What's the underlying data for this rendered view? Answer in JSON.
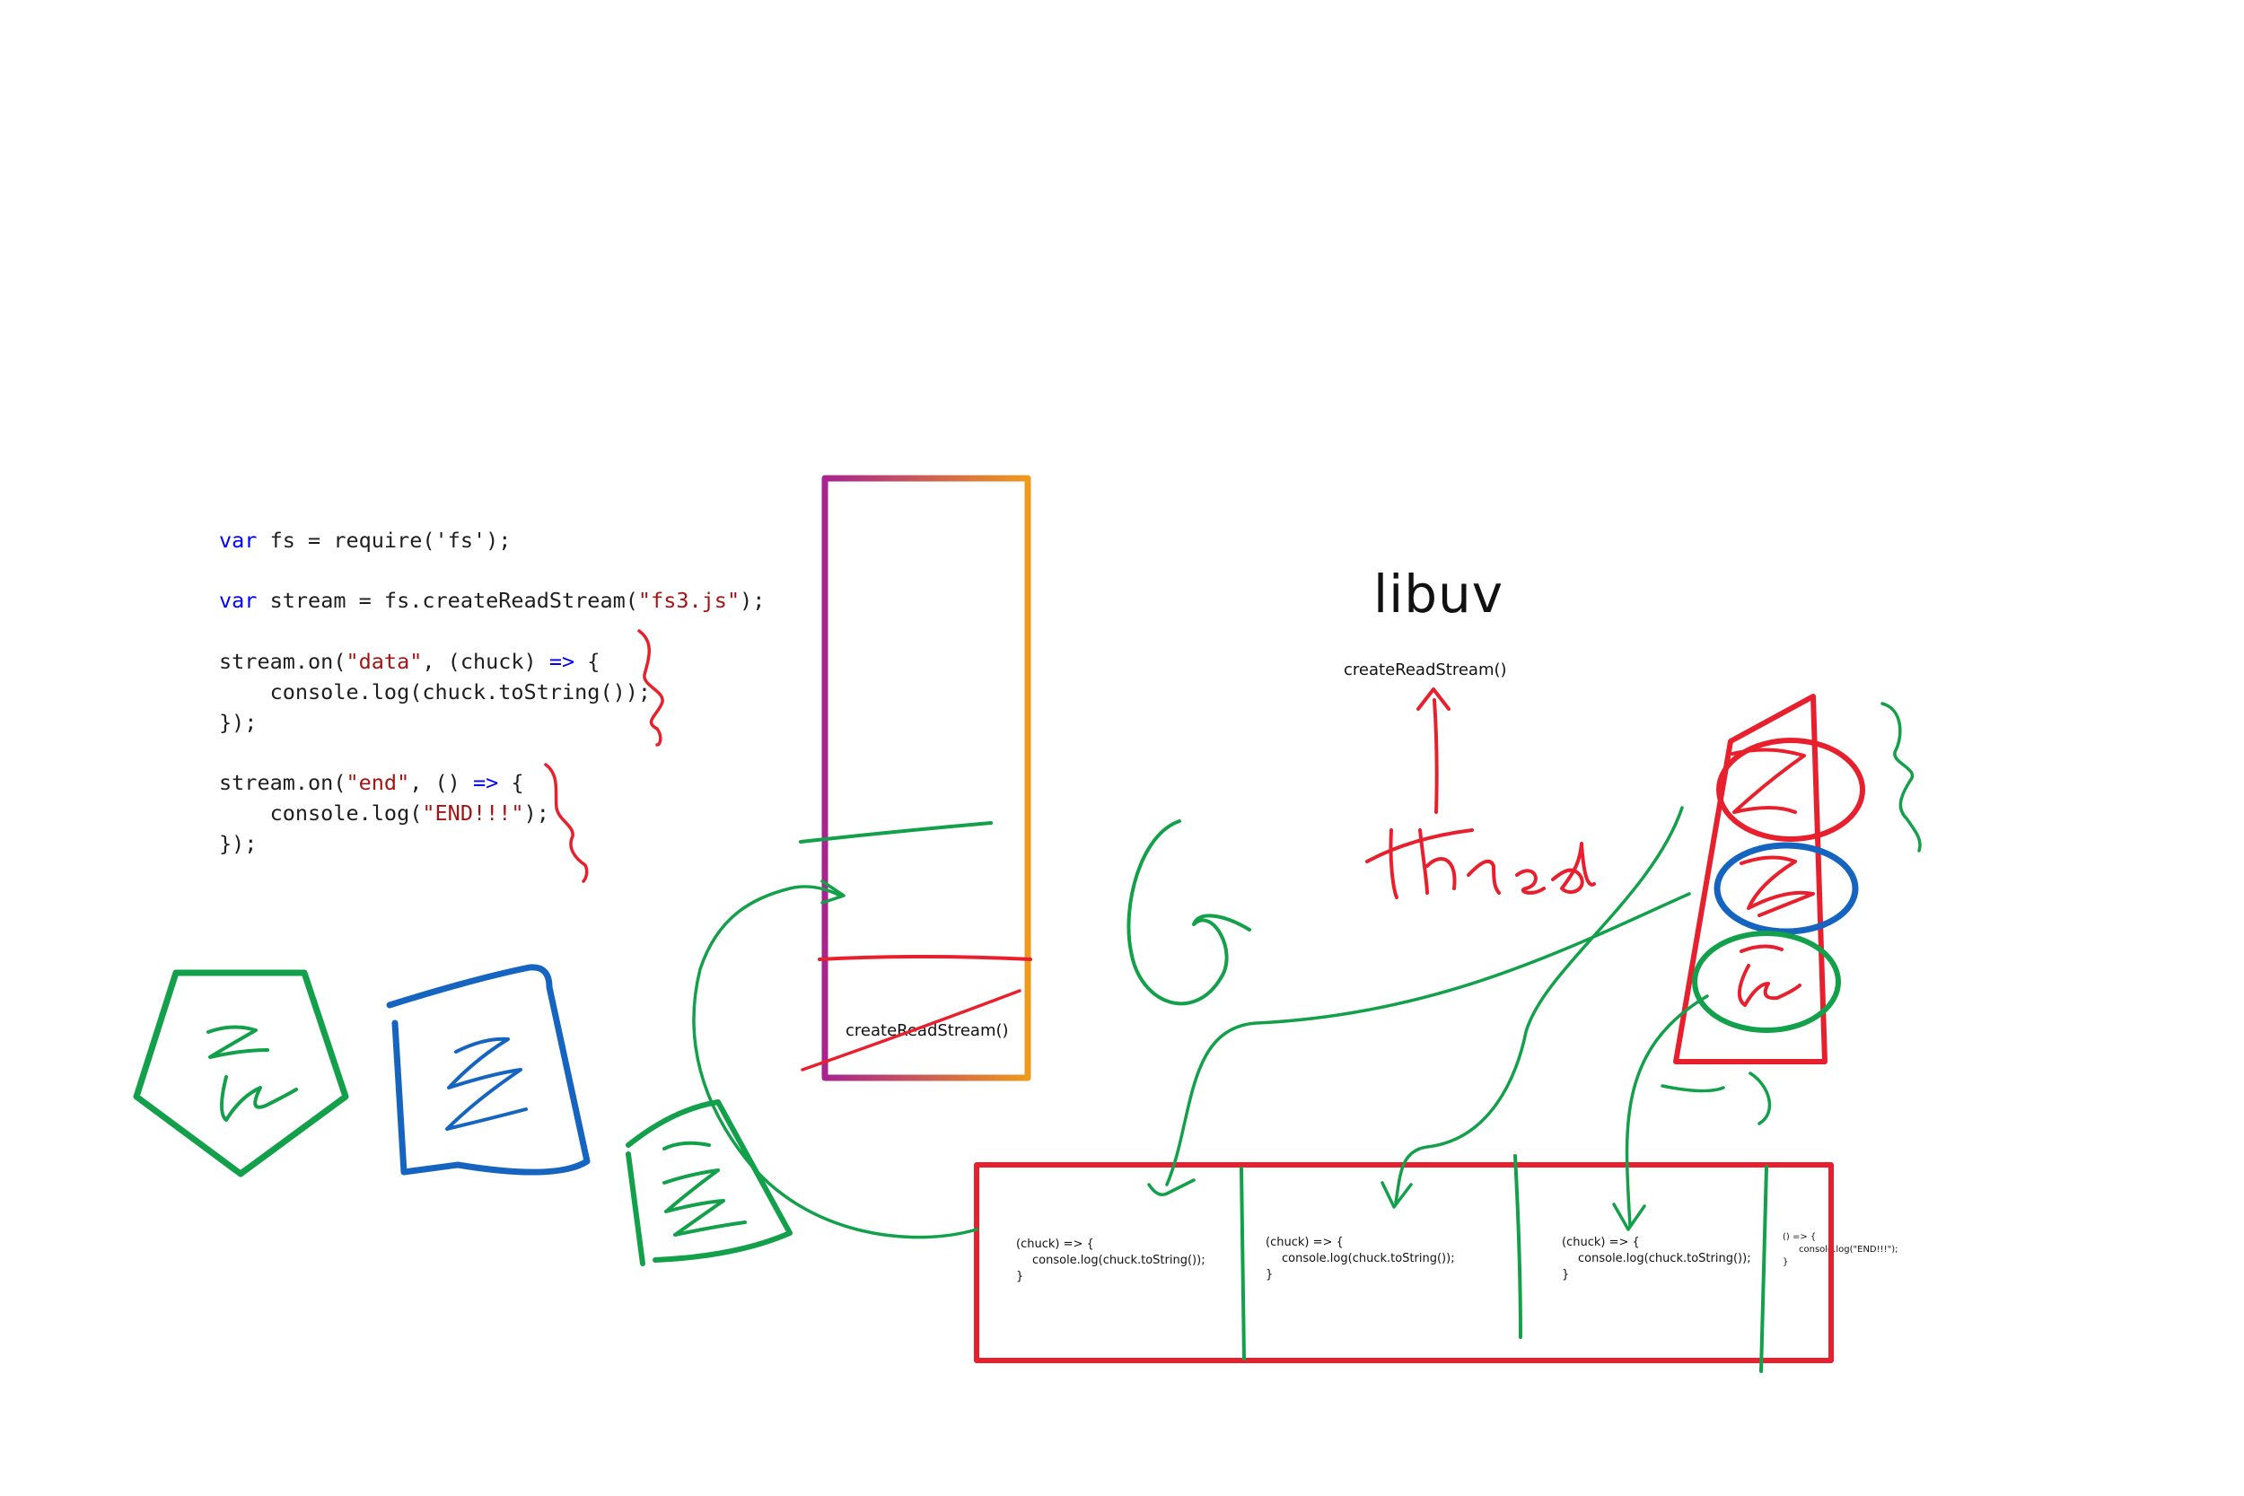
{
  "code": {
    "line1": {
      "kw": "var",
      "rest": " fs = require('fs');"
    },
    "line2": {
      "kw": "var",
      "rest_a": " stream = fs.createReadStream(",
      "str": "\"fs3.js\"",
      "rest_b": ");"
    },
    "line3": {
      "a": "stream.on(",
      "str": "\"data\"",
      "b": ", (chuck) ",
      "arrow": "=>",
      "c": " {"
    },
    "line4": "    console.log(chuck.toString());",
    "line5": "});",
    "line6": {
      "a": "stream.on(",
      "str": "\"end\"",
      "b": ", () ",
      "arrow": "=>",
      "c": " {"
    },
    "line7": {
      "a": "    console.log(",
      "str": "\"END!!!\"",
      "b": ");"
    },
    "line8": "});"
  },
  "labels": {
    "libuv": "libuv",
    "libuv_call": "createReadStream()",
    "stack_call": "createReadStream()",
    "thread": "Thread"
  },
  "queue": {
    "slots": [
      {
        "l1": "(chuck) => {",
        "l2": "console.log(chuck.toString());",
        "l3": "}"
      },
      {
        "l1": "(chuck) => {",
        "l2": "console.log(chuck.toString());",
        "l3": "}"
      },
      {
        "l1": "(chuck) => {",
        "l2": "console.log(chuck.toString());",
        "l3": "}"
      },
      {
        "l1": "() => {",
        "l2": "console.log(\"END!!!\");",
        "l3": "}"
      }
    ]
  },
  "colors": {
    "red": "#e8202d",
    "green": "#13a04a",
    "blue": "#1565c0",
    "purple": "#a8238f",
    "orange": "#ee9a1c"
  }
}
